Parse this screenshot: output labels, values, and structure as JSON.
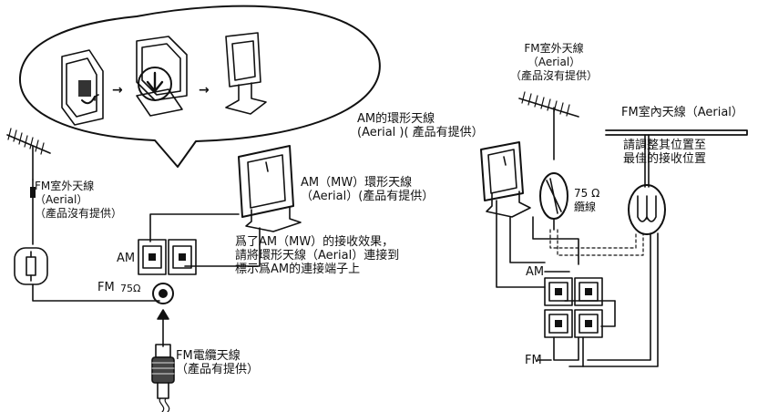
{
  "left": {
    "fm_outdoor": [
      "FM室外天線",
      "（Aerial）",
      "（產品沒有提供）"
    ],
    "am_loop": [
      "AM（MW）環形天線",
      "（Aerial）(產品有提供）"
    ],
    "am_note": [
      "爲了AM（MW）的接收效果，",
      "請將環形天線（Aerial）連接到",
      "標示爲AM的連接端子上"
    ],
    "am_terminal": "AM",
    "fm_terminal": "FM",
    "ohm": "75Ω",
    "fm_cable": [
      "FM電纜天線",
      "（產品有提供）"
    ]
  },
  "right": {
    "fm_outdoor": [
      "FM室外天線",
      "（Aerial）",
      "（產品沒有提供）"
    ],
    "am_loop": [
      "AM的環形天線",
      "(Aerial )( 產品有提供）"
    ],
    "fm_indoor": "FM室內天線（Aerial）",
    "adjust_note": [
      "請調整其位置至",
      "最佳的接收位置"
    ],
    "coax": [
      "75 Ω",
      "纜線"
    ],
    "am_terminal": "AM",
    "fm_terminal": "FM"
  },
  "icons": [
    "fm-outdoor-antenna-icon",
    "am-loop-antenna-icon",
    "fm-indoor-antenna-icon",
    "balun-icon",
    "coax-plug-icon",
    "terminal-block-icon"
  ]
}
